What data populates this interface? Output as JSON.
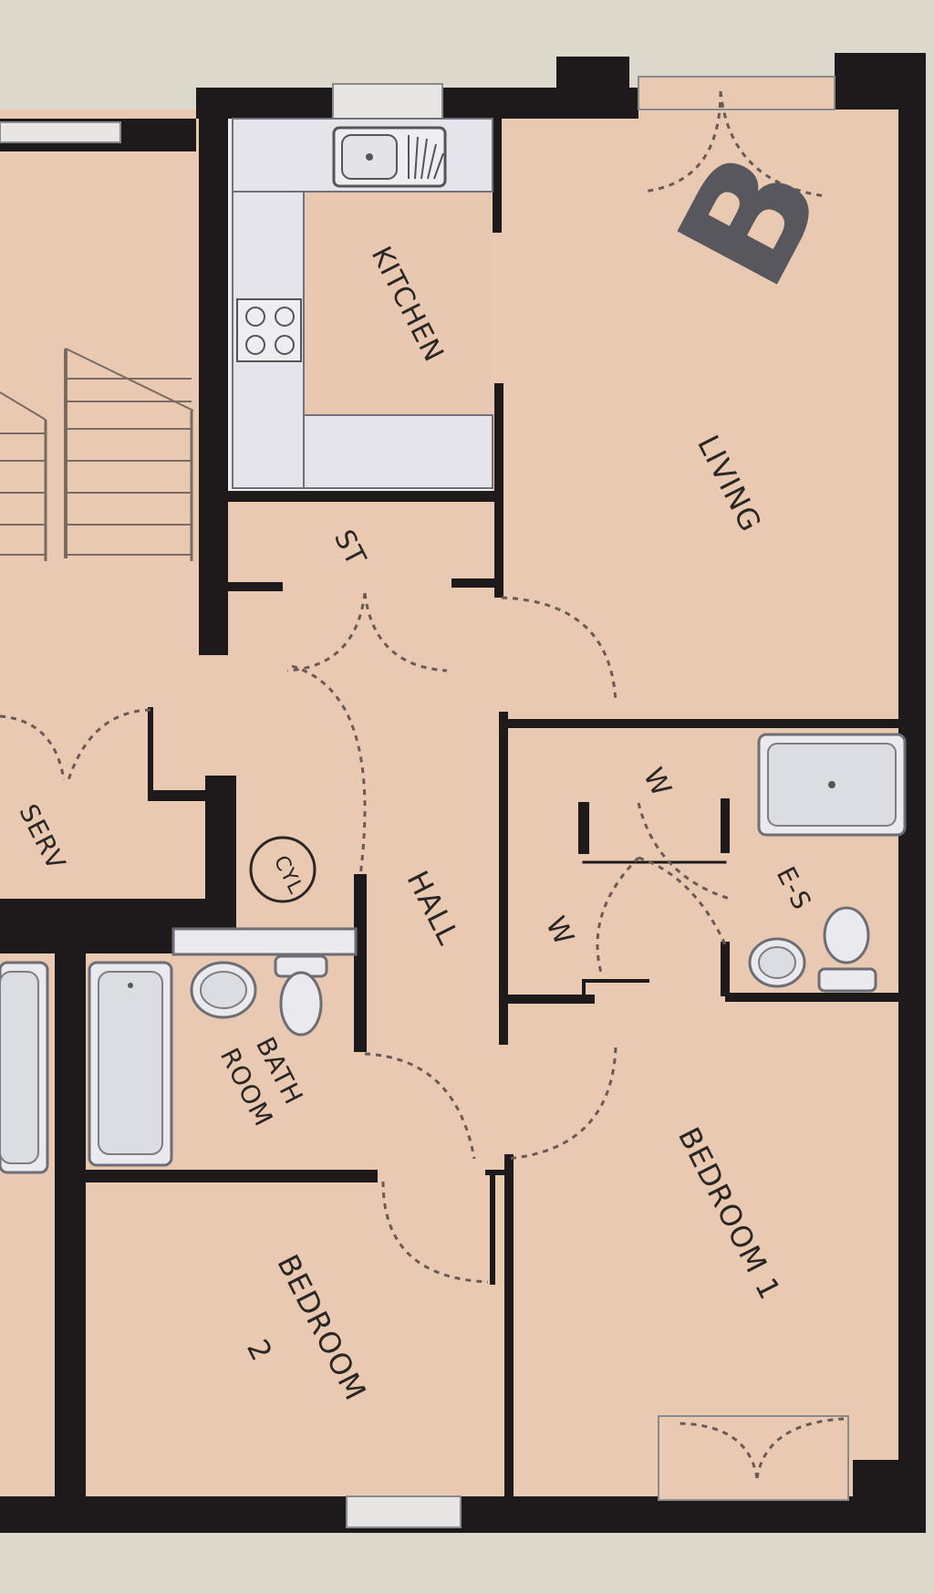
{
  "plan": {
    "block_letter": "B",
    "rooms": {
      "kitchen": "KITCHEN",
      "living": "LIVING",
      "store": "ST",
      "serv": "SERV",
      "cylinder": "CYL",
      "hall": "HALL",
      "wardrobe_top": "W",
      "wardrobe_bottom": "W",
      "ensuite": "E-S",
      "bathroom_line1": "BATH",
      "bathroom_line2": "ROOM",
      "bedroom1": "BEDROOM 1",
      "bedroom2_line1": "BEDROOM",
      "bedroom2_line2": "2"
    },
    "colors": {
      "floor": "#e9c9b2",
      "kitchen_floor": "#eeeef2",
      "wall": "#1e1a1b",
      "background": "#dcd8cc"
    }
  }
}
